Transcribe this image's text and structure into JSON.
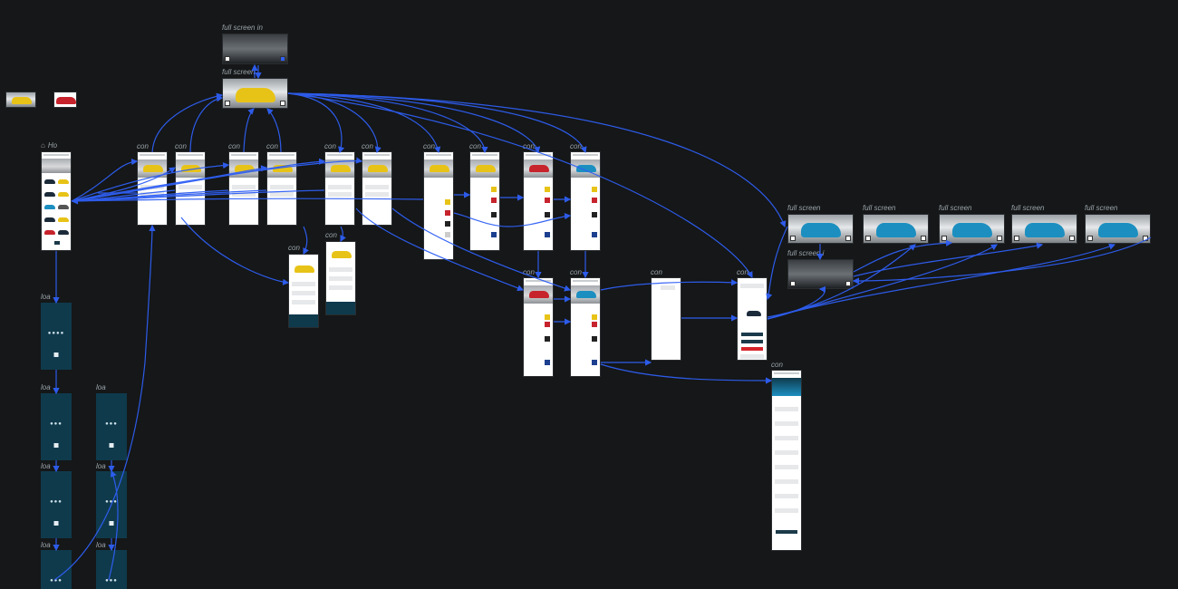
{
  "labels": {
    "home": "Ho",
    "con": "con",
    "loa": "loa",
    "full_screen": "full screen",
    "full_screen_in": "full screen in",
    "full_screen_i": "full screen i",
    "full_screen_truncated": "full screen"
  },
  "colors": {
    "canvas": "#151718",
    "connector": "#2f5ff5",
    "loading_frame": "#0f3a4c",
    "car_yellow": "#e8c317",
    "car_red": "#c7232d",
    "car_blue": "#1c8fc0",
    "car_dark": "#1c2b3a",
    "accent_red": "#d4232a"
  },
  "icons": {
    "home": "home-icon"
  }
}
